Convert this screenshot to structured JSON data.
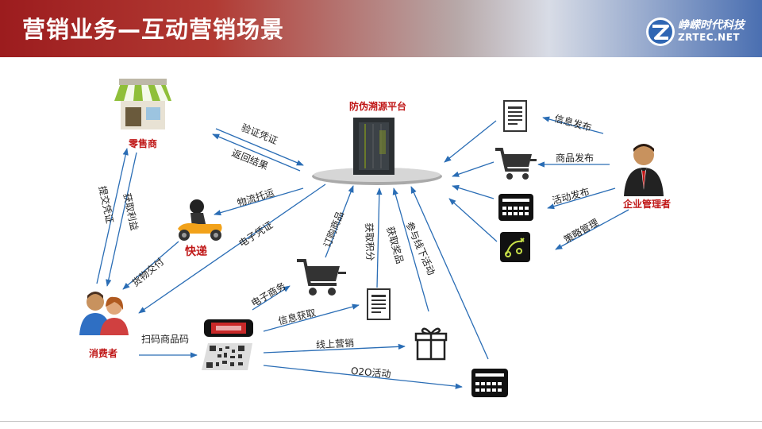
{
  "header": {
    "title": "营销业务—互动营销场景"
  },
  "logo": {
    "name_cn": "峥嵘时代科技",
    "name_en": "ZRTEC.NET"
  },
  "nodes": {
    "platform": "防伪溯源平台",
    "retailer": "零售商",
    "courier": "快递",
    "consumer": "消费者",
    "manager": "企业管理者"
  },
  "edges": {
    "verify": "验证凭证",
    "return_result": "返回结果",
    "logistics": "物流托运",
    "voucher": "电子凭证",
    "submit_voucher": "提交凭证",
    "get_profit": "获取利益",
    "delivery": "货物交付",
    "order_goods": "订购商品",
    "get_points": "获取积分",
    "get_prize": "获取奖品",
    "offline": "参与线下活动",
    "info_publish": "信息发布",
    "goods_publish": "商品发布",
    "activity_publish": "活动发布",
    "strategy": "策略管理",
    "ecommerce": "电子商务",
    "info_get": "信息获取",
    "scan": "扫码商品码",
    "online": "线上营销",
    "o2o": "O2O活动"
  }
}
